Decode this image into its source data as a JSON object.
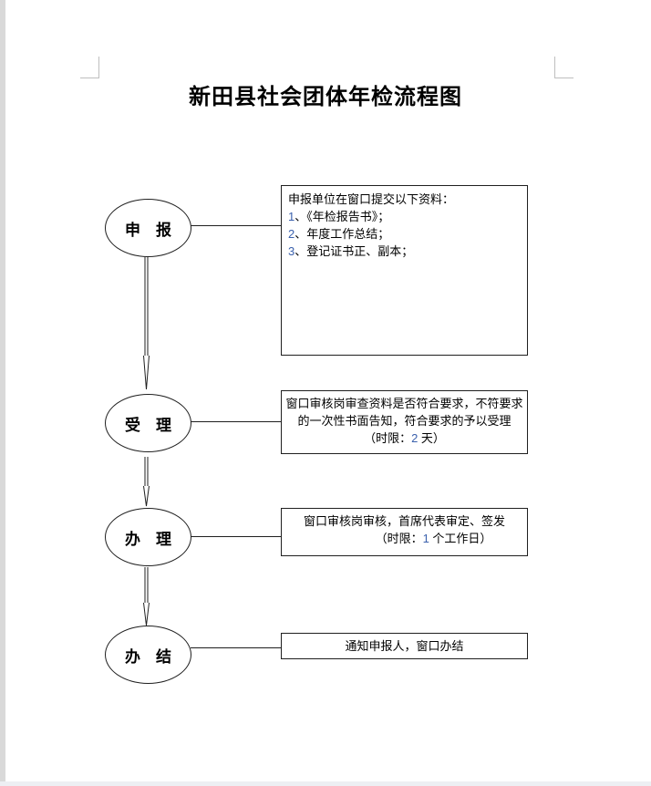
{
  "page": {
    "title": "新田县社会团体年检流程图"
  },
  "colors": {
    "number_accent": "#3b61ad",
    "line": "#1f1f1f",
    "margin_mark": "#bfbfbf",
    "left_strip": "#d9d9d9"
  },
  "flow": {
    "nodes": [
      {
        "label": "申　报"
      },
      {
        "label": "受　理"
      },
      {
        "label": "办　理"
      },
      {
        "label": "办　结"
      }
    ],
    "boxes": [
      {
        "header": "申报单位在窗口提交以下资料：",
        "items": [
          {
            "num": "1",
            "text": "、《年检报告书》；"
          },
          {
            "num": "2",
            "text": "、年度工作总结；"
          },
          {
            "num": "3",
            "text": "、登记证书正、副本；"
          }
        ]
      },
      {
        "line1": "窗口审核岗审查资料是否符合要求，不符要求",
        "line2": "的一次性书面告知，符合要求的予以受理",
        "time_pre": "（时限：",
        "time_num": "2",
        "time_post": " 天）"
      },
      {
        "line1": "窗口审核岗审核，首席代表审定、签发",
        "time_pre": "（时限：",
        "time_num": "1",
        "time_post": " 个工作日）"
      },
      {
        "line1": "通知申报人，窗口办结"
      }
    ]
  }
}
